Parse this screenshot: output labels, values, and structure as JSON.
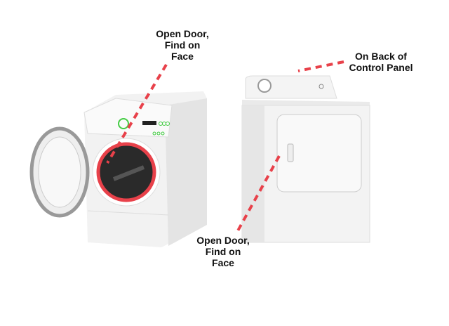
{
  "labels": {
    "washer": "Open Door,\nFind on\nFace",
    "dryer_back": "On Back of\nControl Panel",
    "dryer_face": "Open Door,\nFind on\nFace"
  },
  "colors": {
    "marker": "#e8414a",
    "indicator": "#44cc44"
  }
}
